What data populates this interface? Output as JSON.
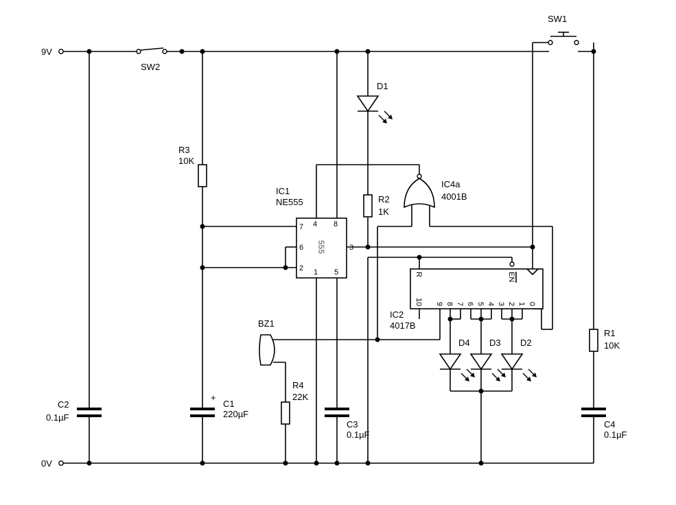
{
  "rails": {
    "vplus": "9V",
    "gnd": "0V"
  },
  "switches": {
    "sw1": "SW1",
    "sw2": "SW2"
  },
  "resistors": {
    "r1": {
      "ref": "R1",
      "value": "10K"
    },
    "r2": {
      "ref": "R2",
      "value": "1K"
    },
    "r3": {
      "ref": "R3",
      "value": "10K"
    },
    "r4": {
      "ref": "R4",
      "value": "22K"
    }
  },
  "capacitors": {
    "c1": {
      "ref": "C1",
      "value": "220µF",
      "polarity": "+"
    },
    "c2": {
      "ref": "C2",
      "value": "0.1µF"
    },
    "c3": {
      "ref": "C3",
      "value": "0.1µF"
    },
    "c4": {
      "ref": "C4",
      "value": "0.1µF"
    }
  },
  "diodes": {
    "d1": "D1",
    "d2": "D2",
    "d3": "D3",
    "d4": "D4"
  },
  "buzzer": "BZ1",
  "ic1": {
    "ref": "IC1",
    "part": "NE555",
    "body": "555",
    "pins": {
      "p1": "1",
      "p2": "2",
      "p3": "3",
      "p4": "4",
      "p5": "5",
      "p6": "6",
      "p7": "7",
      "p8": "8"
    }
  },
  "ic4a": {
    "ref": "IC4a",
    "part": "4001B"
  },
  "ic2": {
    "ref": "IC2",
    "part": "4017B",
    "pins": {
      "r": "R",
      "en": "EN",
      "o10": "10",
      "o9": "9",
      "o8": "8",
      "o7": "7",
      "o6": "6",
      "o5": "5",
      "o4": "4",
      "o3": "3",
      "o2": "2",
      "o1": "1",
      "o0": "0"
    }
  }
}
